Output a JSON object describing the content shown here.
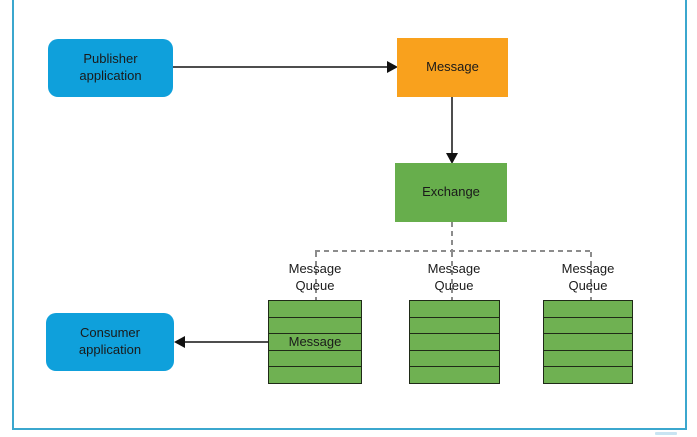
{
  "nodes": {
    "publisher": {
      "label": "Publisher\napplication",
      "color": "#0FA0DB"
    },
    "message": {
      "label": "Message",
      "color": "#F9A11D"
    },
    "exchange": {
      "label": "Exchange",
      "color": "#67AE4C"
    },
    "consumer": {
      "label": "Consumer\napplication",
      "color": "#0FA0DB"
    }
  },
  "queues": [
    {
      "label": "Message\nQueue",
      "rows": 5,
      "row_labels": [
        "",
        "",
        "Message",
        "",
        ""
      ]
    },
    {
      "label": "Message\nQueue",
      "rows": 5,
      "row_labels": [
        "",
        "",
        "",
        "",
        ""
      ]
    },
    {
      "label": "Message\nQueue",
      "rows": 5,
      "row_labels": [
        "",
        "",
        "",
        "",
        ""
      ]
    }
  ],
  "colors": {
    "frame": "#3BA7CE",
    "queue_fill": "#6FB152",
    "queue_border": "#1f2a17",
    "arrow_line": "#4d4d4d",
    "arrowhead": "#111111",
    "dash": "#8c8c8c",
    "text": "#1a1a1a",
    "background": "#ffffff"
  }
}
